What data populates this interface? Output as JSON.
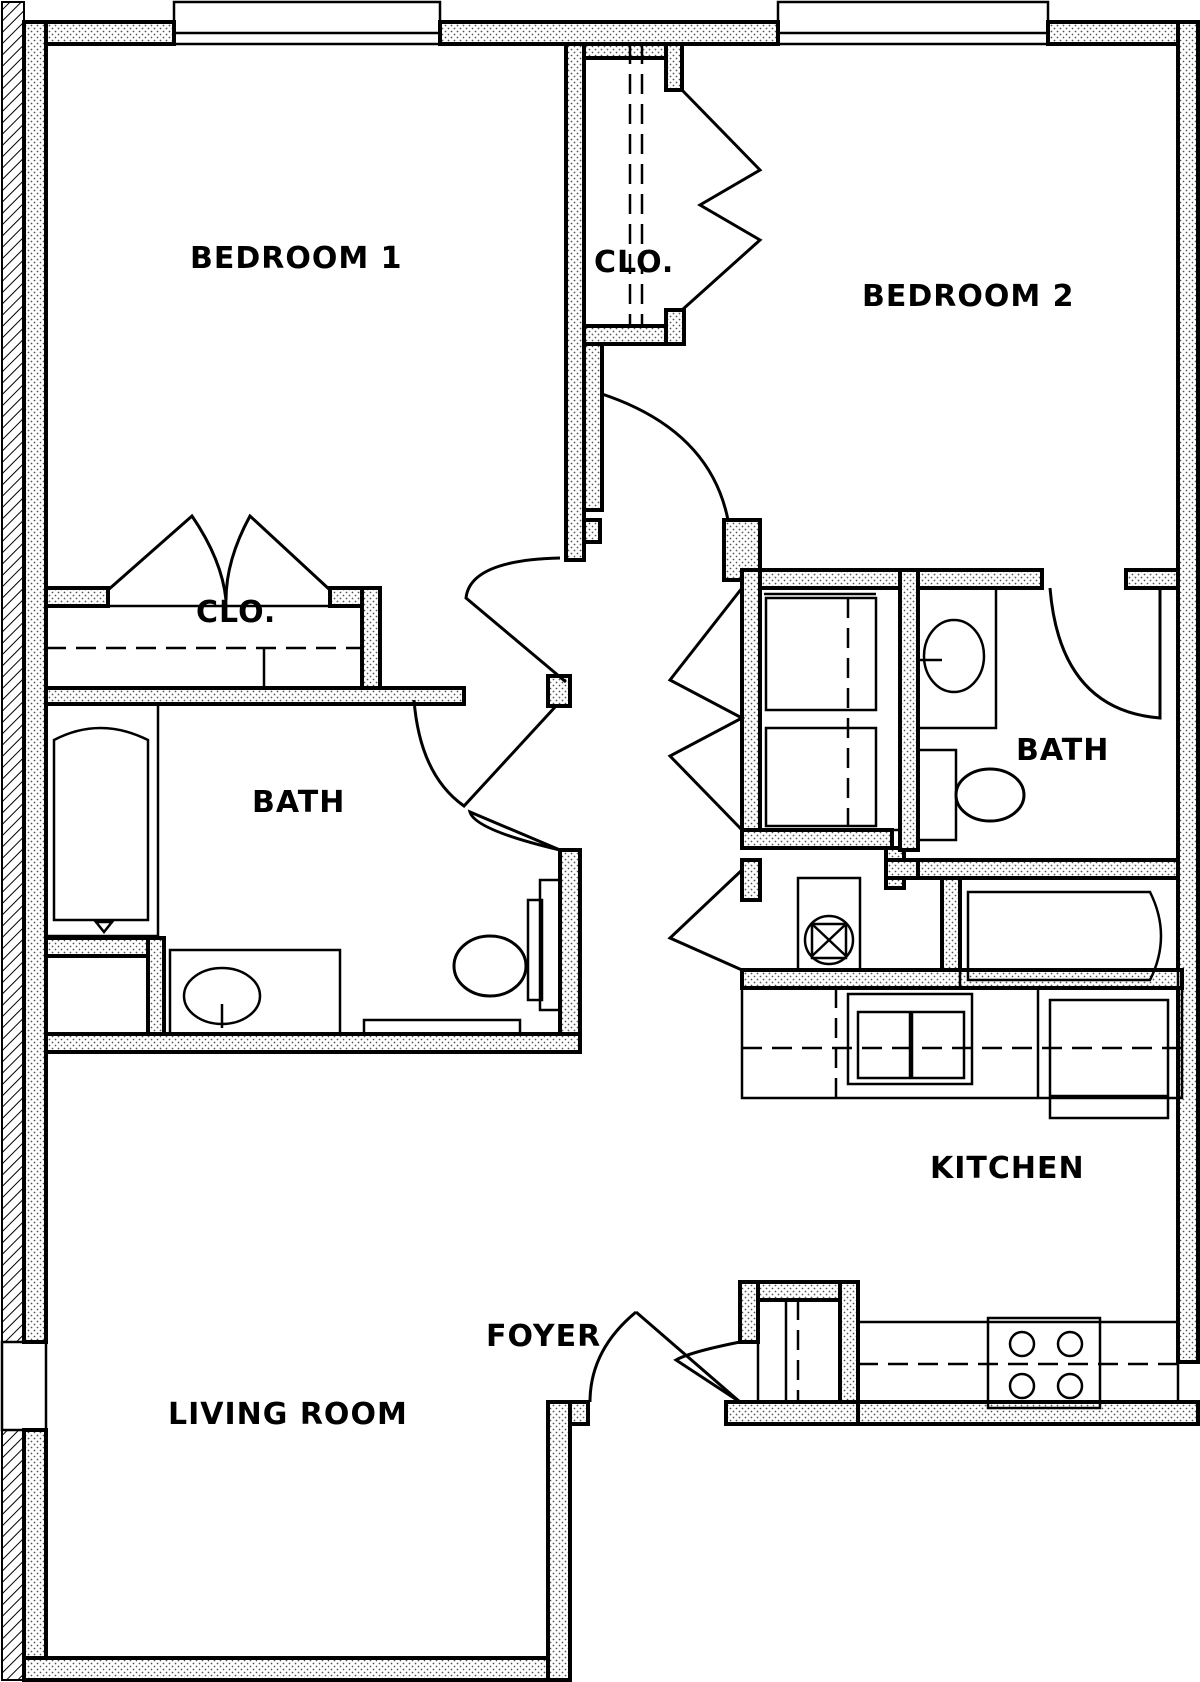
{
  "labels": {
    "bedroom1": "BEDROOM 1",
    "bedroom2": "BEDROOM 2",
    "closet_bedroom1": "CLO.",
    "closet_bedroom2": "CLO.",
    "bath_main": "BATH",
    "bath_bedroom2": "BATH",
    "kitchen": "KITCHEN",
    "foyer": "FOYER",
    "living_room": "LIVING ROOM"
  },
  "colors": {
    "line": "#000000",
    "background": "#ffffff"
  }
}
